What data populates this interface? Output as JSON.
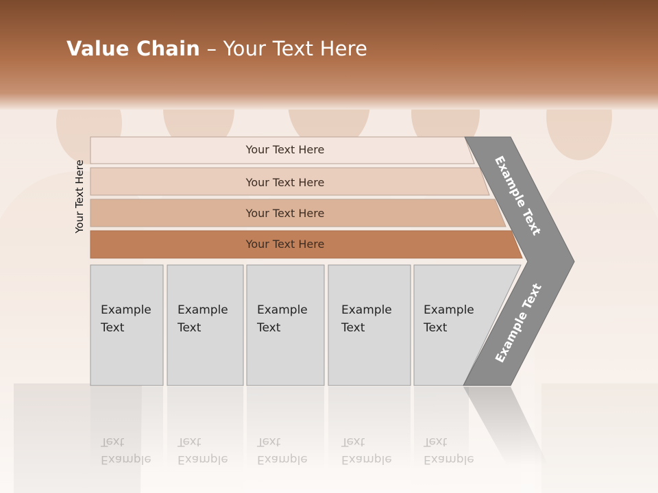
{
  "title": {
    "bold": "Value Chain",
    "rest": " – Your Text Here"
  },
  "side_label": "Your Text Here",
  "rows": [
    "Your Text Here",
    "Your Text Here",
    "Your Text Here",
    "Your Text Here"
  ],
  "boxes": [
    {
      "line1": "Example",
      "line2": "Text"
    },
    {
      "line1": "Example",
      "line2": "Text"
    },
    {
      "line1": "Example",
      "line2": "Text"
    },
    {
      "line1": "Example",
      "line2": "Text"
    },
    {
      "line1": "Example",
      "line2": "Text"
    }
  ],
  "arrow": {
    "upper_label": "Example Text",
    "lower_label": "Example Text"
  },
  "colors": {
    "header": "#9a5a36",
    "row1": "#f4e6de",
    "row2": "#e9cdbd",
    "row3": "#dbb398",
    "row4": "#c0805a",
    "box": "#d8d8d8",
    "arrow": "#8c8c8c"
  }
}
